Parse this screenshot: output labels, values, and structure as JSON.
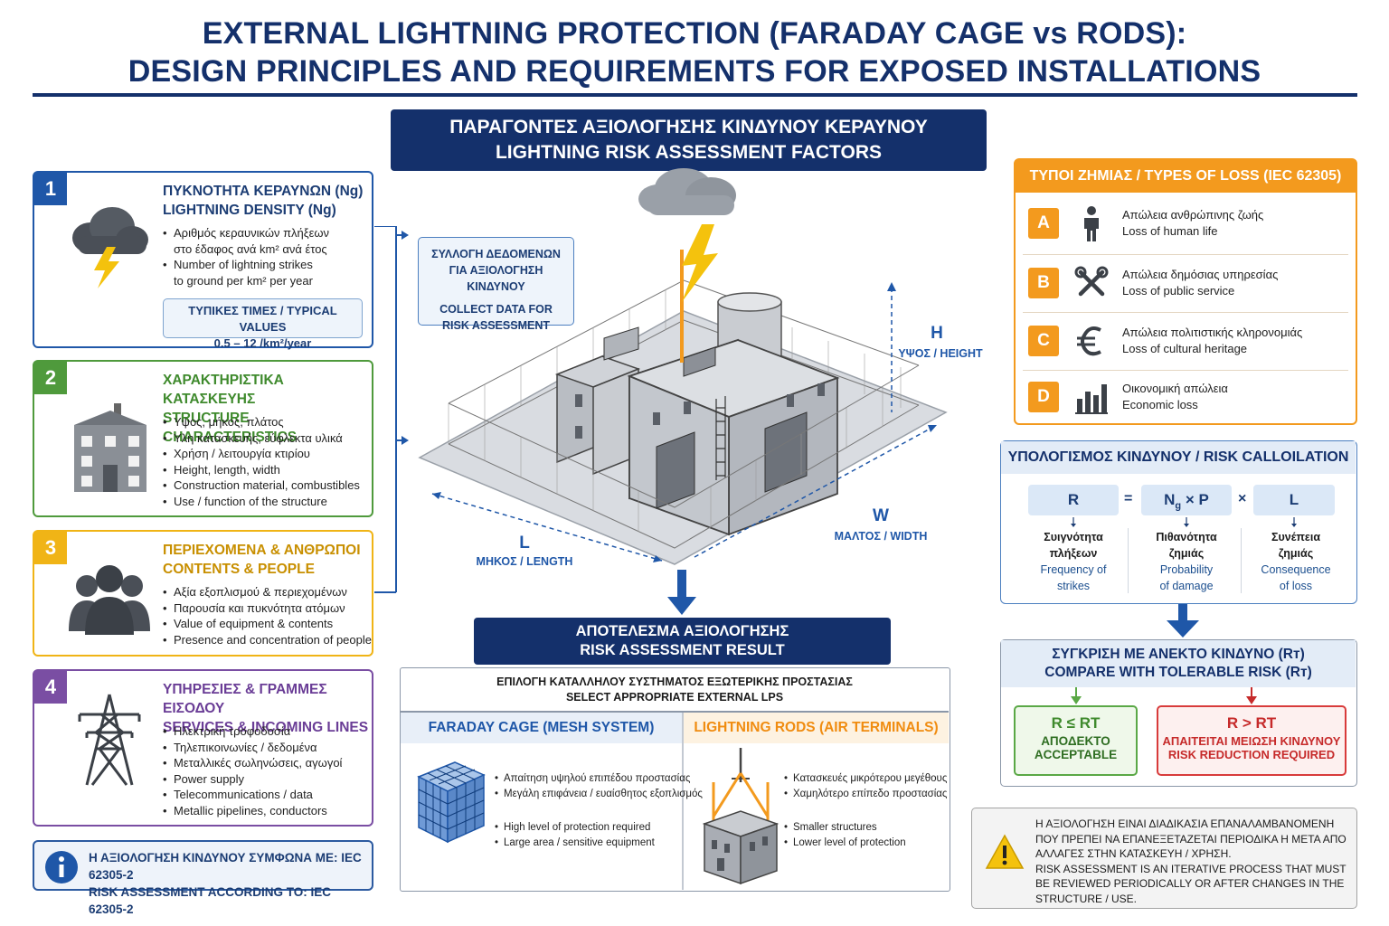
{
  "title": {
    "line1": "EXTERNAL LIGHTNING PROTECTION (FARADAY CAGE vs RODS):",
    "line2": "DESIGN PRINCIPLES AND REQUIREMENTS FOR EXPOSED INSTALLATIONS"
  },
  "center_header": {
    "greek": "ΠΑΡΑΓΟΝΤΕΣ ΑΞΙΟΛΟΓΗΣΗΣ ΚΙΝΔΥΝΟΥ ΚΕΡΑΥΝΟΥ",
    "english": "LIGHTNING RISK ASSESSMENT FACTORS"
  },
  "factors": [
    {
      "number": "1",
      "title_gr": "ΠΥΚΝΟΤΗΤΑ ΚΕΡΑΥΝΩΝ (Ng)",
      "title_en": "LIGHTNING DENSITY (Ng)",
      "items": [
        "Αριθμός κεραυνικών πλήξεων",
        "Number of lightning strikes"
      ],
      "items_cont": [
        "στο έδαφος ανά km² ανά έτος",
        "to ground per km² per year"
      ],
      "typical_label": "ΤΥΠΙΚΕΣ ΤΙΜΕΣ / TYPICAL VALUES",
      "typical_value": "0.5 – 12 /km²/year",
      "color": "#1f57a8"
    },
    {
      "number": "2",
      "title_gr": "ΧΑΡΑΚΤΗΡΙΣΤΙΚΑ ΚΑΤΑΣΚΕΥΗΣ",
      "title_en": "STRUCTURE CHARACTERISTICS",
      "items": [
        "Υψος, μήκος, πλάτος",
        "Υλη κατασκευής, εύφλεκτα υλικά",
        "Χρήση / λειτουργία κτιρίου",
        "Height, length, width",
        "Construction material, combustibles",
        "Use / function of the structure"
      ],
      "color": "#4f9a3c"
    },
    {
      "number": "3",
      "title_gr": "ΠΕΡΙΕΧΟΜΕΝΑ & ΑΝΘΡΩΠΟΙ",
      "title_en": "CONTENTS & PEOPLE",
      "items": [
        "Αξία εξοπλισμού & περιεχομένων",
        "Παρουσία και πυκνότητα ατόμων",
        "Value of equipment & contents",
        "Presence and concentration of people"
      ],
      "color": "#f0b416"
    },
    {
      "number": "4",
      "title_gr": "ΥΠΗΡΕΣΙΕΣ & ΓΡΑΜΜΕΣ ΕΙΣΟΔΟΥ",
      "title_en": "SERVICES & INCOMING LINES",
      "items": [
        "Ηλεκτρική τροφοδοσία",
        "Τηλεπικοινωνίες / δεδομένα",
        "Μεταλλικές σωληνώσεις, αγωγοί",
        "Power supply",
        "Telecommunications / data",
        "Metallic pipelines, conductors"
      ],
      "color": "#7a4ea3"
    }
  ],
  "iec_note": {
    "greek": "Η ΑΞΙΟΛΟΓΗΣΗ ΚΙΝΔΥΝΟΥ ΣΥΜΦΩΝΑ ΜΕ: IEC 62305-2",
    "english": "RISK ASSESSMENT ACCORDING TO: IEC 62305-2"
  },
  "collect_box": {
    "greek1": "ΣΥΛΛΟΓΗ ΔΕΔΟΜΕΝΩΝ",
    "greek2": "ΓΙΑ ΑΞΙΟΛΟΓΗΣΗ ΚΙΝΔΥΝΟΥ",
    "english1": "COLLECT DATA FOR",
    "english2": "RISK ASSESSMENT"
  },
  "dimensions": {
    "h_letter": "H",
    "h_label": "ΥΨΟΣ / HEIGHT",
    "w_letter": "W",
    "w_label": "ΜΑΛΤΟΣ / WIDTH",
    "l_letter": "L",
    "l_label": "ΜΗΚΟΣ / LENGTH"
  },
  "result": {
    "greek": "ΑΠΟΤΕΛΕΣΜΑ ΑΞΙΟΛΟΓΗΣΗΣ",
    "english": "RISK ASSESSMENT RESULT",
    "select_gr": "ΕΠΙΛΟΓΗ ΚΑΤΑΛΛΗΛΟΥ ΣΥΣΤΗΜΑΤΟΣ ΕΞΩΤΕΡΙΚΗΣ ΠΡΟΣΤΑΣΙΑΣ",
    "select_en": "SELECT APPROPRIATE EXTERNAL LPS",
    "faraday": {
      "title": "FARADAY CAGE (MESH SYSTEM)",
      "items_gr": [
        "Απαίτηση υψηλού επιπέδου προστασίας",
        "Μεγάλη επιφάνεια / ευαίσθητος εξοπλισμός"
      ],
      "items_en": [
        "High level of protection required",
        "Large area / sensitive equipment"
      ]
    },
    "rods": {
      "title": "LIGHTNING RODS (AIR TERMINALS)",
      "items_gr": [
        "Κατασκευές μικρότερου μεγέθους",
        "Χαμηλότερο επίπεδο προστασίας"
      ],
      "items_en": [
        "Smaller structures",
        "Lower level of protection"
      ]
    }
  },
  "losses": {
    "header": "ΤΥΠΟΙ ΖΗΜΙΑΣ / TYPES OF LOSS (IEC 62305)",
    "rows": [
      {
        "letter": "A",
        "greek": "Απώλεια ανθρώπινης ζωής",
        "english": "Loss of human life",
        "icon": "person-icon"
      },
      {
        "letter": "B",
        "greek": "Απώλεια δημόσιας υπηρεσίας",
        "english": "Loss of public service",
        "icon": "tools-icon"
      },
      {
        "letter": "C",
        "greek": "Απώλεια πολιτιστικής κληρονομιάς",
        "english": "Loss of cultural heritage",
        "icon": "euro-icon"
      },
      {
        "letter": "D",
        "greek": "Οικονομική απώλεια",
        "english": "Economic loss",
        "icon": "bar-chart-icon"
      }
    ]
  },
  "calc": {
    "header": "ΥΠΟΛΟΓΙΣΜΟΣ ΚΙΝΔΥΝΟΥ / RISK CALLOILATION",
    "r": "R",
    "eq": "=",
    "np": "N",
    "np_sub": "g",
    "np_tail": " × P",
    "times": "×",
    "l": "L",
    "r_gr1": "Συιγνότητα",
    "r_gr2": "πλήξεων",
    "r_en1": "Frequency of",
    "r_en2": "strikes",
    "p_gr1": "Πιθανότητα",
    "p_gr2": "ζημιάς",
    "p_en1": "Probability",
    "p_en2": "of damage",
    "l_gr1": "Συνέπεια",
    "l_gr2": "ζημιάς",
    "l_en1": "Consequence",
    "l_en2": "of loss"
  },
  "compare": {
    "greek": "ΣΥΓΚΡΙΣΗ ΜΕ ΑΝΕΚΤΟ ΚΙΝΔΥΝΟ (Rт)",
    "english": "COMPARE WITH TOLERABLE RISK (Rт)",
    "ok_formula": "R ≤ RT",
    "ok_gr": "ΑΠΟΔΕΚΤΟ",
    "ok_en": "ACCEPTABLE",
    "bad_formula": "R > RT",
    "bad_gr": "ΑΠΑΙΤΕΙΤΑΙ ΜΕΙΩΣΗ ΚΙΝΔΥΝΟΥ",
    "bad_en": "RISK REDUCTION REQUIRED"
  },
  "note": {
    "lines": [
      "Η ΑΞΙΟΛΟΓΗΣΗ ΕΙΝΑΙ ΔΙΑΔΙΚΑΣΙΑ ΕΠΑΝΑΛΑΜΒΑΝΟΜΕΝΗ",
      "ΠΟΥ ΠΡΕΠΕΙ ΝΑ ΕΠΑΝΕΞΕΤΑΖΕΤΑΙ ΠΕΡΙΟΔΙΚΑ Η ΜΕΤΑ ΑΠΟ",
      "ΑΛΛΑΓΕΣ ΣΤΗΝ ΚΑΤΑΣΚΕΥΗ / ΧΡΗΣΗ.",
      "RISK ASSESSMENT IS AN ITERATIVE PROCESS THAT MUST",
      "BE REVIEWED PERIODICALLY OR AFTER CHANGES IN THE",
      "STRUCTURE / USE."
    ]
  }
}
